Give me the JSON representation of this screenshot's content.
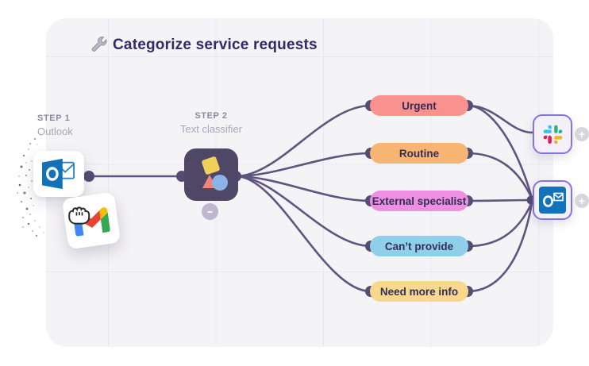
{
  "header": {
    "title": "Categorize service requests",
    "icon": "wrench"
  },
  "steps": [
    {
      "kicker": "STEP 1",
      "name": "Outlook",
      "icon": "outlook"
    },
    {
      "kicker": "STEP 2",
      "name": "Text classifier",
      "icon": "classifier-shapes"
    }
  ],
  "categories": [
    {
      "label": "Urgent",
      "color": "#f9918e"
    },
    {
      "label": "Routine",
      "color": "#f8b472"
    },
    {
      "label": "External specialist",
      "color": "#ee8fe1"
    },
    {
      "label": "Can’t provide",
      "color": "#90cfe9"
    },
    {
      "label": "Need more info",
      "color": "#f8d88d"
    }
  ],
  "sources": [
    {
      "icon": "outlook"
    },
    {
      "icon": "gmail",
      "cursor": "grab-hand"
    }
  ],
  "outputs": [
    {
      "icon": "slack",
      "add_label": "+"
    },
    {
      "icon": "outlook",
      "add_label": "+"
    }
  ],
  "controls": {
    "collapse_label": "–"
  },
  "colors": {
    "canvas_bg": "#f4f3f5",
    "grid_line": "#eae8ef",
    "title_text": "#322b66",
    "wire": "#5e5580",
    "port_dot": "#544c72",
    "classifier_bg": "#4e4766",
    "output_card_border": "#8374e4"
  }
}
